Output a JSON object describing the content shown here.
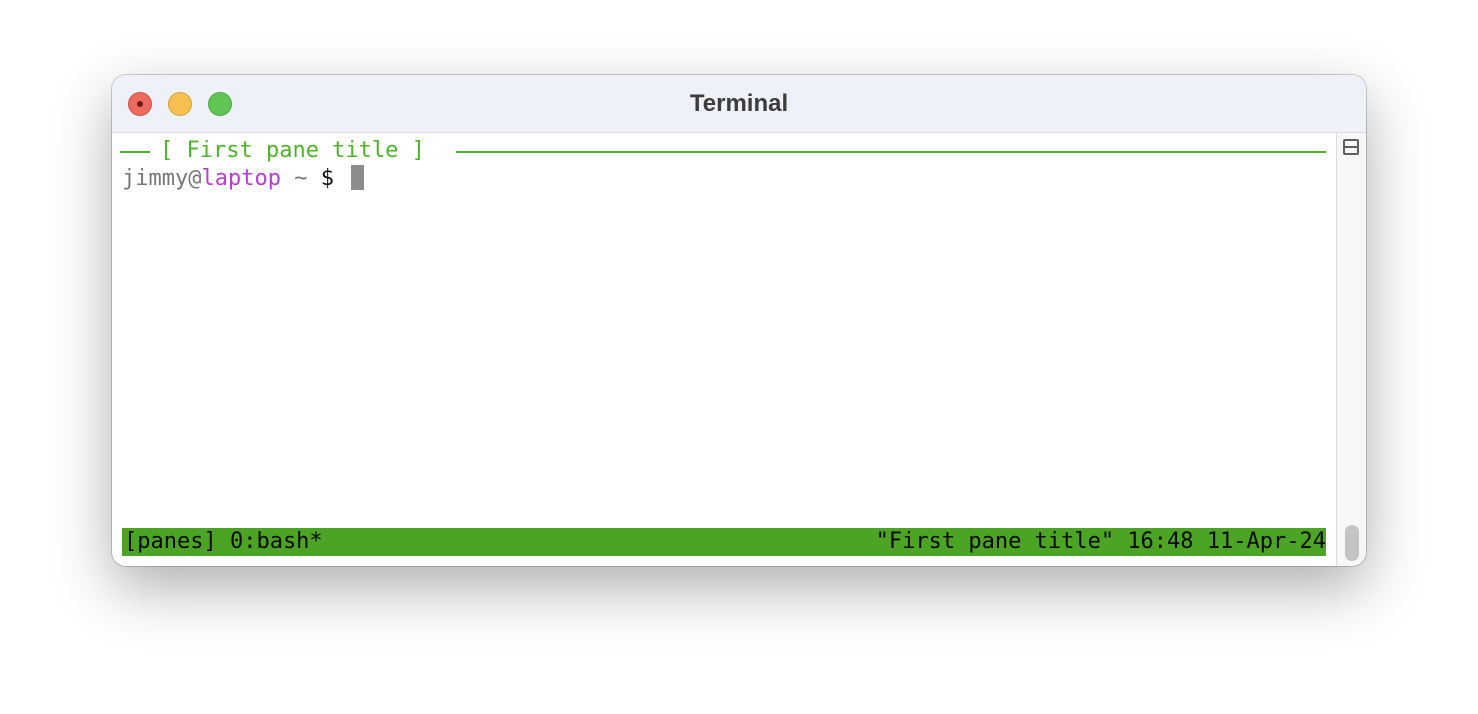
{
  "window": {
    "title": "Terminal"
  },
  "pane": {
    "border_title": "[ First pane title ]"
  },
  "prompt": {
    "user": "jimmy",
    "at": "@",
    "host": "laptop",
    "tilde": " ~",
    "dollar": " $"
  },
  "statusbar": {
    "left": "[panes] 0:bash*",
    "right": "\"First pane title\" 16:48 11-Apr-24"
  },
  "icons": {
    "close": "close-icon",
    "minimize": "minimize-icon",
    "maximize": "maximize-icon",
    "split": "split-pane-icon"
  },
  "colors": {
    "pane_border": "#4fb32a",
    "status_bg": "#4ca425",
    "host": "#b83fd0",
    "user": "#777777"
  }
}
